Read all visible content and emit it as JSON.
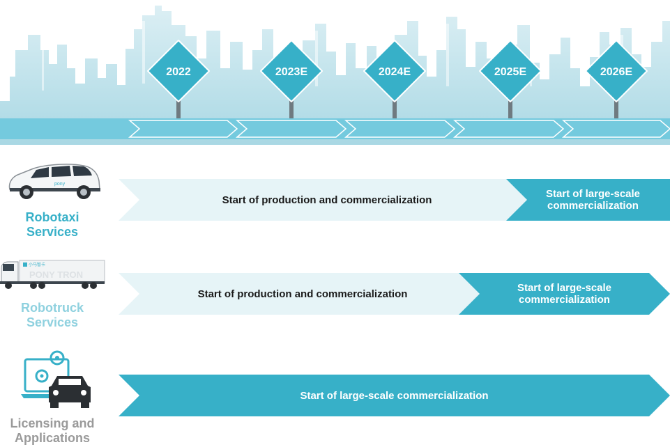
{
  "colors": {
    "accent": "#37b0c8",
    "light_band": "#e6f4f7",
    "skyline": "#c6e4ec",
    "road": "#74cade",
    "robotaxi_label": "#37b0c8",
    "robotruck_label": "#8fd1df",
    "licensing_label": "#9a9a9a"
  },
  "timeline": {
    "years": [
      "2022",
      "2023E",
      "2024E",
      "2025E",
      "2026E"
    ]
  },
  "rows": [
    {
      "label": "Robotaxi\nServices",
      "icon": "robotaxi-van-icon",
      "phases": [
        {
          "text": "Start of production and commercialization",
          "style": "light"
        },
        {
          "text": "Start of large-scale\ncommercialization",
          "style": "dark"
        }
      ]
    },
    {
      "label": "Robotruck\nServices",
      "icon": "robotruck-icon",
      "truck_text": "PONY TRON",
      "phases": [
        {
          "text": "Start of production and commercialization",
          "style": "light"
        },
        {
          "text": "Start of large-scale\ncommercialization",
          "style": "dark"
        }
      ]
    },
    {
      "label": "Licensing and\nApplications",
      "icon": "licensing-laptop-car-gear-icon",
      "phases": [
        {
          "text": "Start of large-scale commercialization",
          "style": "dark"
        }
      ]
    }
  ]
}
